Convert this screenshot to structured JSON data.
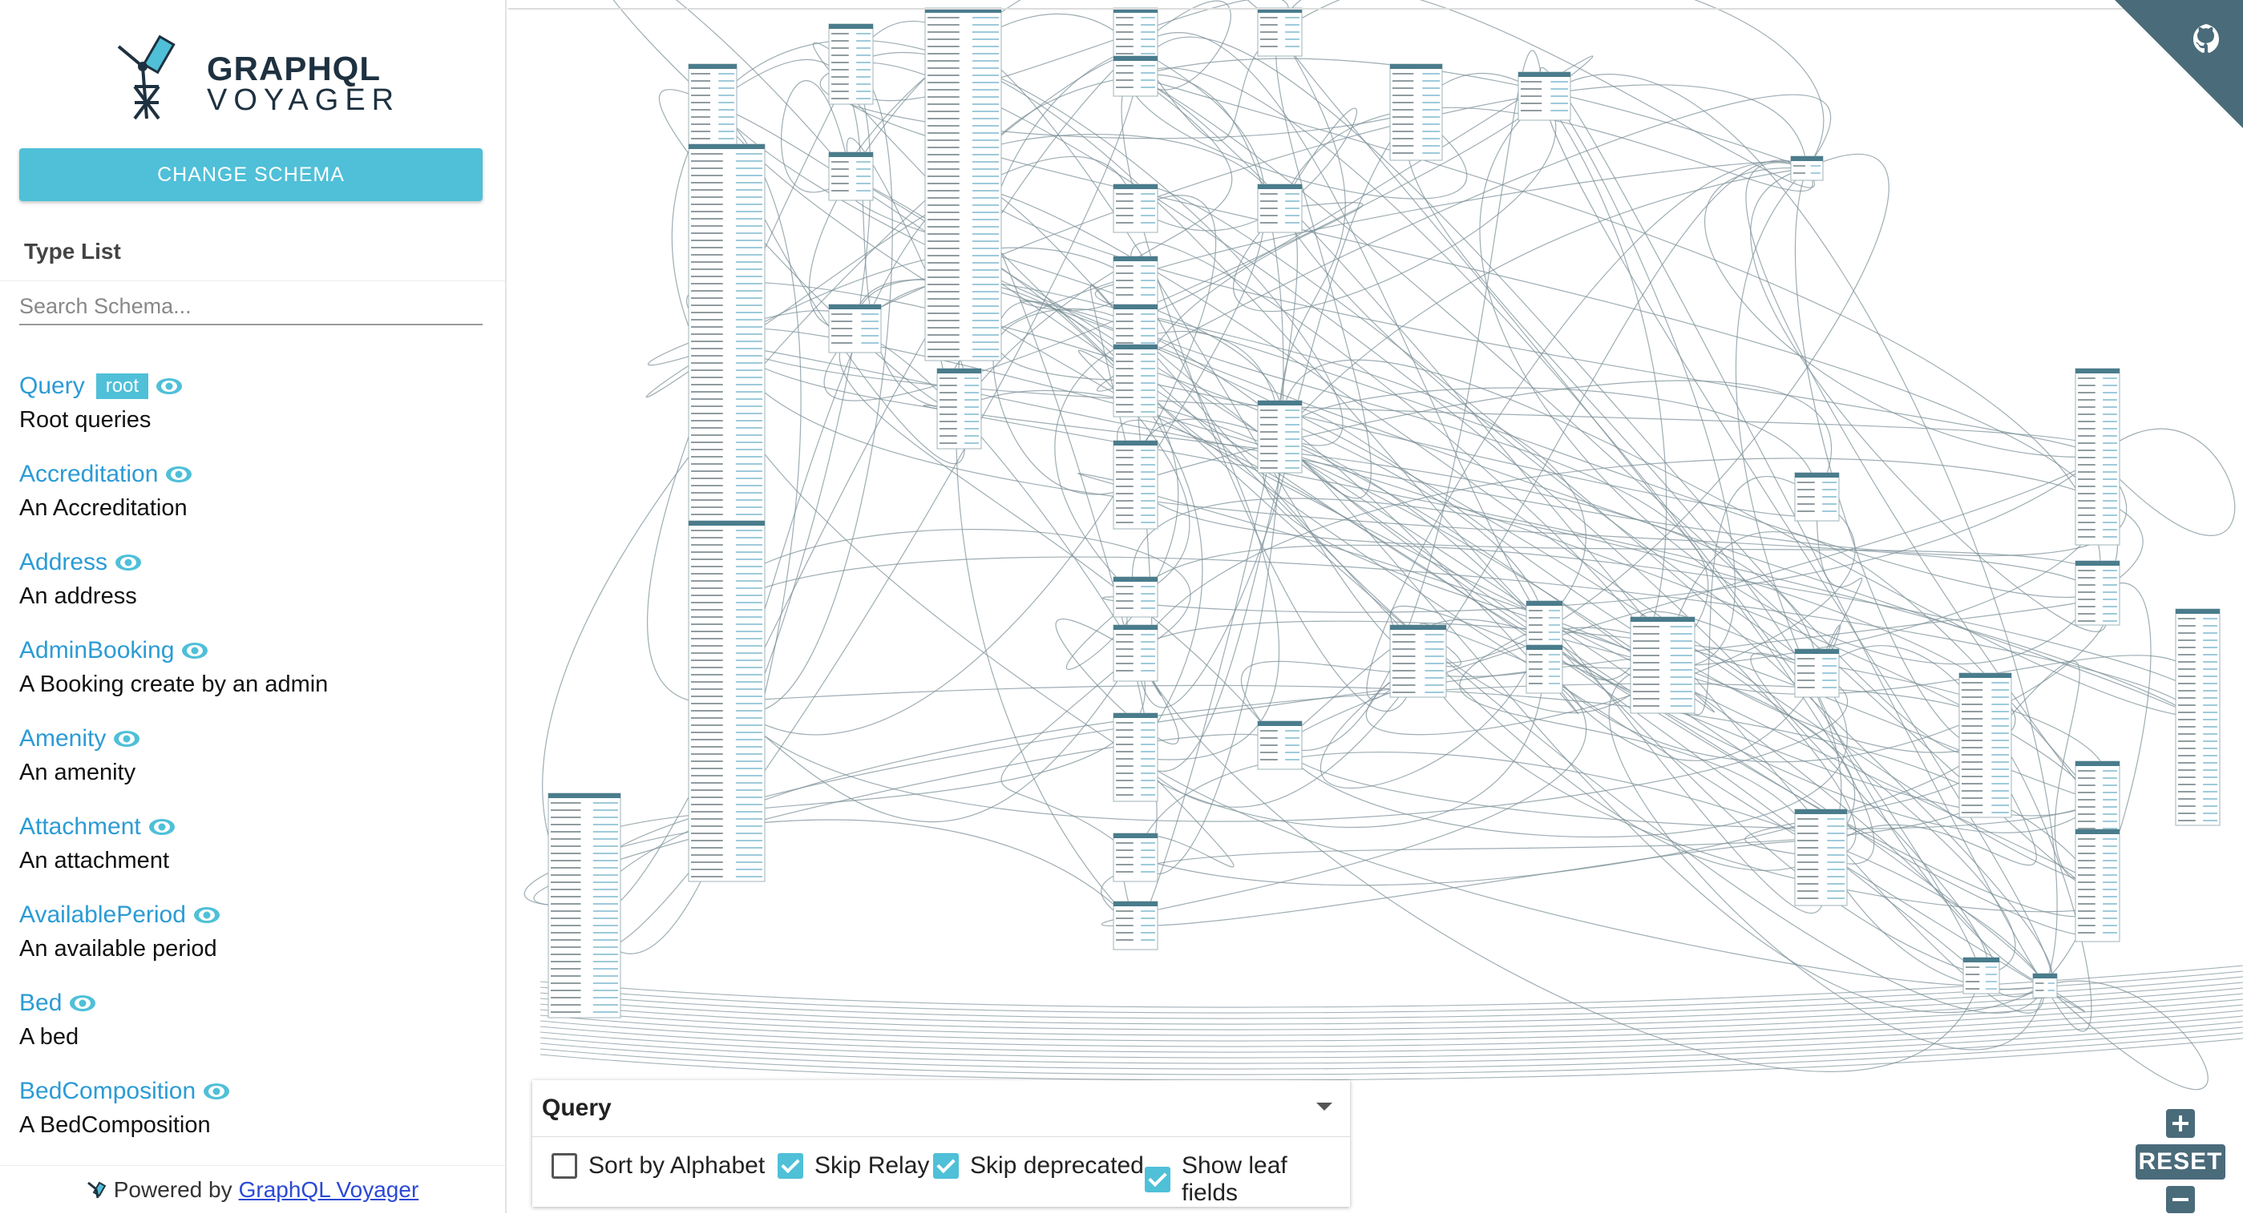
{
  "brand": {
    "line1": "GRAPHQL",
    "line2": "VOYAGER"
  },
  "sidebar": {
    "change_schema_label": "CHANGE SCHEMA",
    "type_list_title": "Type List",
    "search_placeholder": "Search Schema...",
    "types": [
      {
        "name": "Query",
        "badge": "root",
        "description": "Root queries"
      },
      {
        "name": "Accreditation",
        "description": "An Accreditation"
      },
      {
        "name": "Address",
        "description": "An address"
      },
      {
        "name": "AdminBooking",
        "description": "A Booking create by an admin"
      },
      {
        "name": "Amenity",
        "description": "An amenity"
      },
      {
        "name": "Attachment",
        "description": "An attachment"
      },
      {
        "name": "AvailablePeriod",
        "description": "An available period"
      },
      {
        "name": "Bed",
        "description": "A bed"
      },
      {
        "name": "BedComposition",
        "description": "A BedComposition"
      }
    ],
    "powered_prefix": "Powered by",
    "powered_link": "GraphQL Voyager"
  },
  "settings": {
    "root_type": "Query",
    "options": [
      {
        "label": "Sort by Alphabet",
        "checked": false
      },
      {
        "label": "Skip Relay",
        "checked": true
      },
      {
        "label": "Skip deprecated",
        "checked": true
      },
      {
        "label": "Show leaf fields",
        "checked": true
      }
    ]
  },
  "zoom": {
    "reset_label": "RESET"
  },
  "colors": {
    "accent": "#4fc0d8",
    "link": "#2b9bd5",
    "graph_node_header": "#4a7c8c",
    "graph_edge": "#7d9299",
    "control": "#4a6b7a"
  }
}
